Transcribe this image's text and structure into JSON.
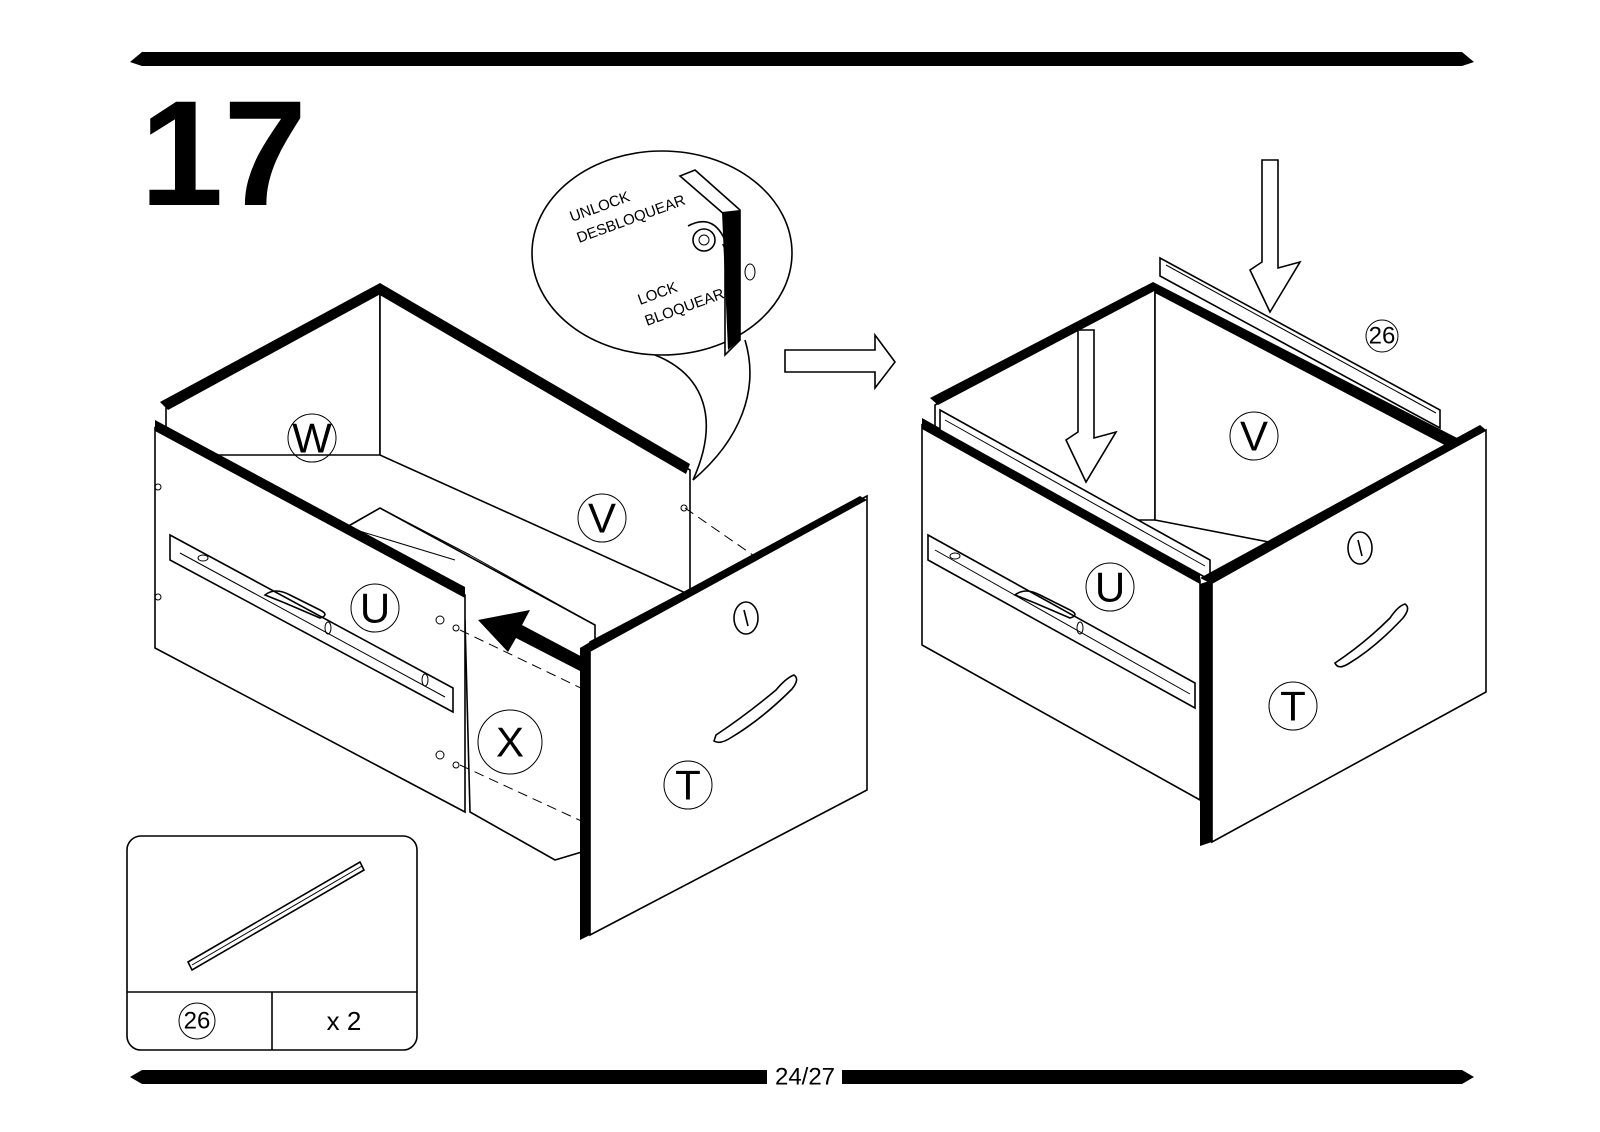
{
  "step": {
    "number": "17"
  },
  "page": {
    "indicator": "24/27"
  },
  "callout": {
    "unlock_en": "UNLOCK",
    "unlock_es": "DESBLOQUEAR",
    "lock_en": "LOCK",
    "lock_es": "BLOQUEAR"
  },
  "left_figure": {
    "panels": [
      "W",
      "V",
      "U",
      "X",
      "T"
    ]
  },
  "right_figure": {
    "panels": [
      "V",
      "U",
      "T"
    ],
    "part_number": "26"
  },
  "parts_box": {
    "part_number": "26",
    "quantity": "x 2"
  }
}
